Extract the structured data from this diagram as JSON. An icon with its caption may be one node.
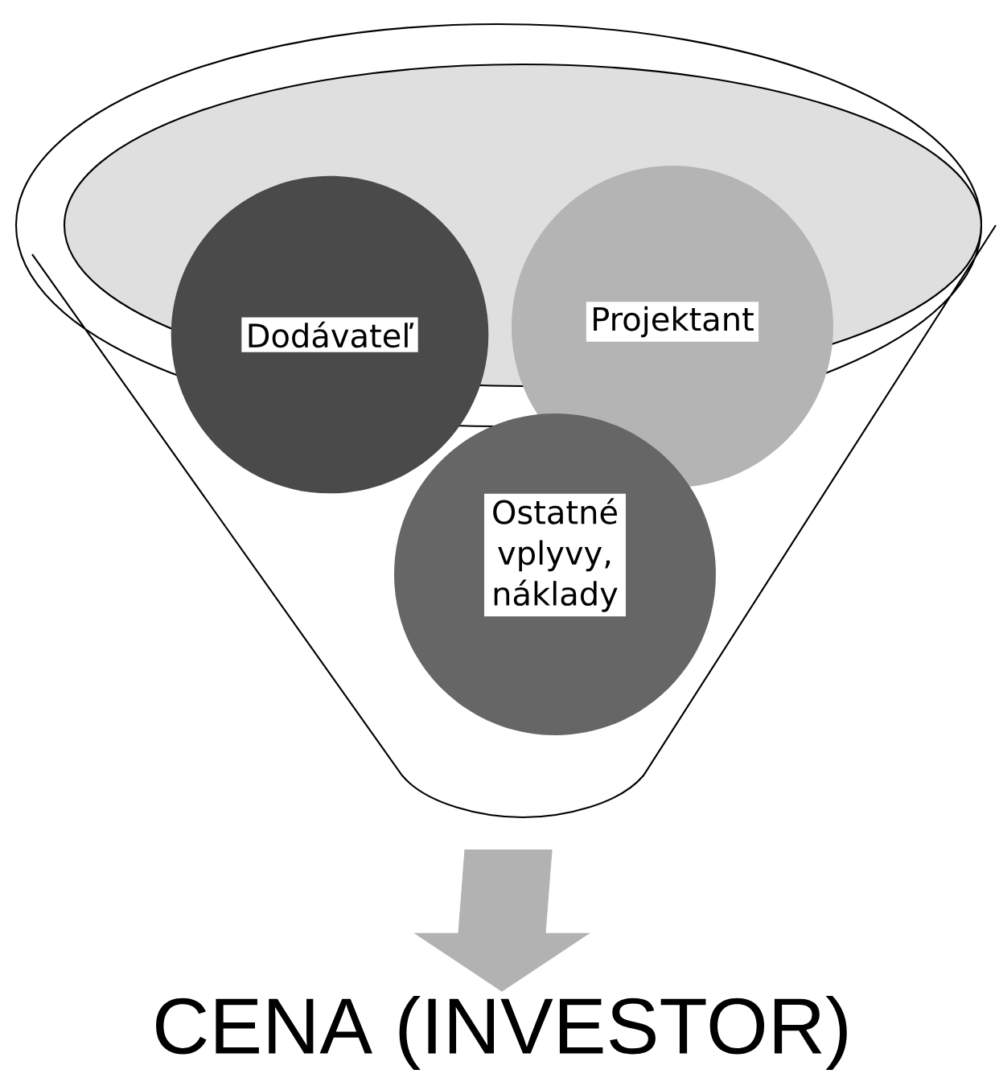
{
  "diagram": {
    "nodes": [
      {
        "text": [],
        "shape": "funnel"
      },
      {
        "text": [
          "Dodávateľ"
        ],
        "in": 0
      },
      {
        "text": [
          "Projektant"
        ],
        "in": 0
      },
      {
        "text": [
          "Ostatné vplyvy, náklady"
        ],
        "in": 0
      },
      {
        "text": [
          "CENA (INVESTOR)"
        ]
      }
    ],
    "edges": [
      {
        "from": 0,
        "to": 4,
        "arrow": "to"
      }
    ]
  }
}
